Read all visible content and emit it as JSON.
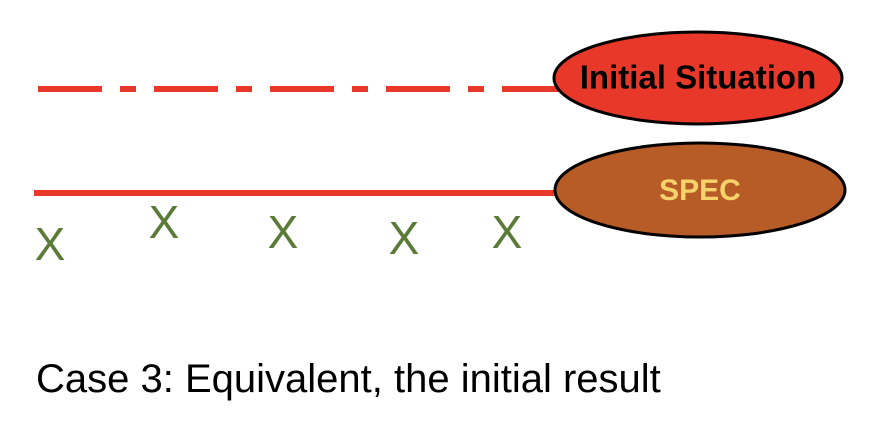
{
  "initial_situation": {
    "label": "Initial Situation",
    "line_color": "#E8382A",
    "fill_color": "#E8382A",
    "text_color": "#000000"
  },
  "spec": {
    "label": "SPEC",
    "line_color": "#E8382A",
    "fill_color": "#B85C27",
    "text_color": "#F6D36A"
  },
  "markers": {
    "symbol": "X",
    "color": "#5A7B35",
    "count": 5
  },
  "caption": "Case 3: Equivalent, the initial result"
}
